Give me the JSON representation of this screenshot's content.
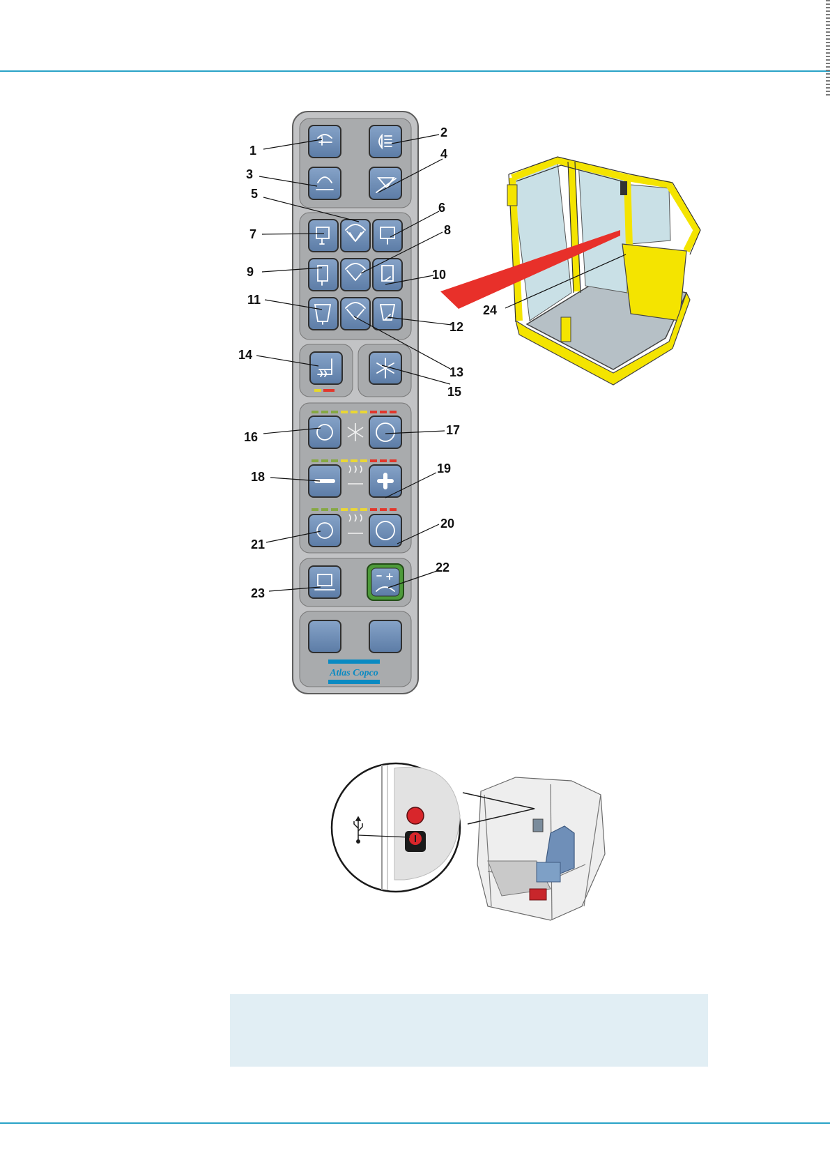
{
  "brand": {
    "name": "Atlas Copco",
    "color": "#0a8ac2"
  },
  "colors": {
    "rule": "#29a3c7",
    "panel": "#b4b6b8",
    "button": "#6f8fb8",
    "cab": "#f4e400",
    "beam": "#e8302a",
    "note_box": "#e1eef4"
  },
  "callouts": {
    "c1": "1",
    "c2": "2",
    "c3": "3",
    "c4": "4",
    "c5": "5",
    "c6": "6",
    "c7": "7",
    "c8": "8",
    "c9": "9",
    "c10": "10",
    "c11": "11",
    "c12": "12",
    "c13": "13",
    "c14": "14",
    "c15": "15",
    "c16": "16",
    "c17": "17",
    "c18": "18",
    "c19": "19",
    "c20": "20",
    "c21": "21",
    "c22": "22",
    "c23": "23",
    "c24": "24"
  },
  "icons": {
    "usb": "usb-icon"
  }
}
